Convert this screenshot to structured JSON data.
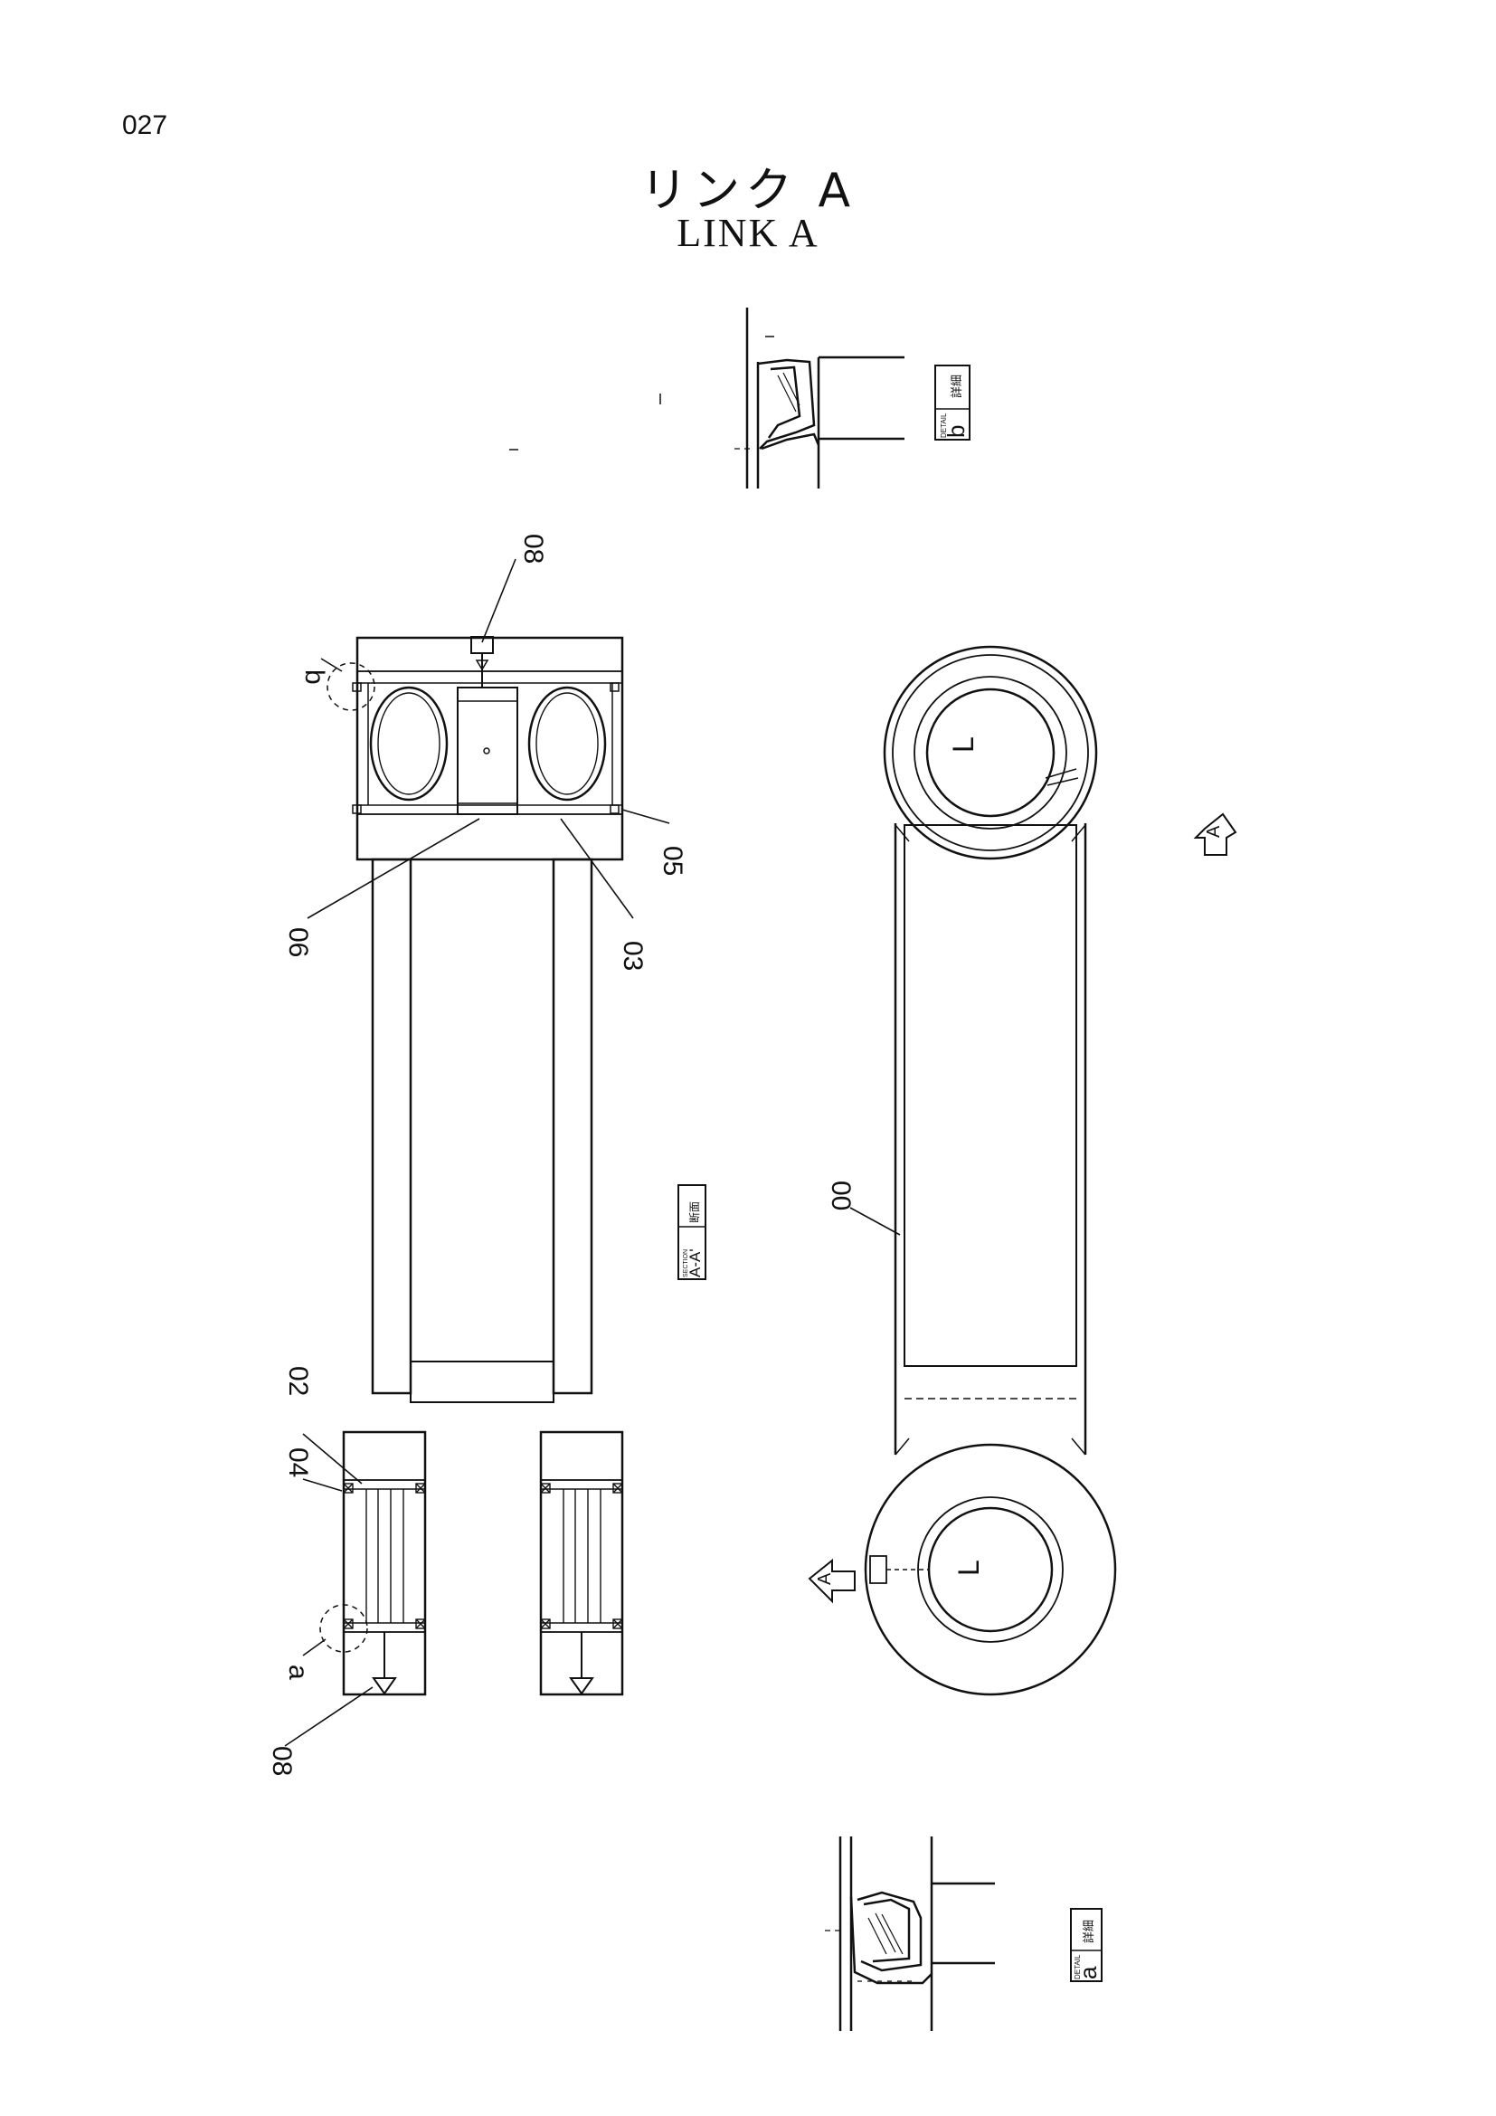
{
  "page_number": "027",
  "title": {
    "japanese": "リンク A",
    "english": "LINK A"
  },
  "callouts": {
    "c08_top": "08",
    "c08_bottom": "08",
    "c06": "06",
    "c03": "03",
    "c05": "05",
    "c02": "02",
    "c04": "04",
    "c00": "00"
  },
  "detail_markers": {
    "a": "a",
    "b": "b"
  },
  "view_labels": {
    "detail_b": {
      "kanji": "詳細",
      "small": "DETAIL",
      "letter": "b"
    },
    "section": {
      "kanji": "断面",
      "small": "SECTION",
      "text": "A-A'"
    },
    "detail_a": {
      "kanji": "詳細",
      "small": "DETAIL",
      "letter": "a"
    }
  },
  "section_arrows": {
    "upper": "A",
    "lower": "A"
  },
  "pin_labels": {
    "right_top": "L",
    "right_bottom": "L"
  }
}
